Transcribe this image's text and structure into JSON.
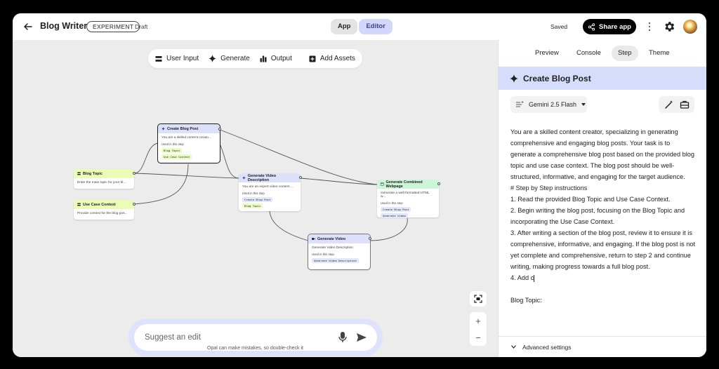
{
  "topbar": {
    "title": "Blog Writer",
    "badge": "EXPERIMENT",
    "status": "Draft",
    "mode_app": "App",
    "mode_editor": "Editor",
    "saved": "Saved",
    "share": "Share app"
  },
  "palette": {
    "user_input": "User Input",
    "generate": "Generate",
    "output": "Output",
    "add_assets": "Add Assets"
  },
  "nodes": {
    "create_blog_post": {
      "title": "Create Blog Post",
      "desc": "You are a skilled content creato...",
      "used": "Used in this step",
      "chips": [
        "Blog Topic",
        "Use Case Context"
      ]
    },
    "blog_topic": {
      "title": "Blog Topic",
      "desc": "Enter the main topic for your bl..."
    },
    "use_case_context": {
      "title": "Use Case Context",
      "desc": "Provide context for the blog pos..."
    },
    "generate_video_description": {
      "title": "Generate Video Description",
      "desc": "You are an expert video content ...",
      "used": "Used in this step",
      "chips": [
        "Create Blog Post",
        "Blog Topic"
      ]
    },
    "generate_combined_webpage": {
      "title": "Generate Combined Webpage",
      "desc": "Generate a well-formatted HTML w...",
      "used": "Used in this step",
      "chips": [
        "Create Blog Post",
        "Generate Video"
      ]
    },
    "generate_video": {
      "title": "Generate Video",
      "desc": "Generate Video Description",
      "used": "Used in this step",
      "chips": [
        "Generate Video Description"
      ]
    }
  },
  "suggest": {
    "placeholder": "Suggest an edit",
    "disclaimer": "Opal can make mistakes, so double-check it"
  },
  "panel": {
    "tabs": [
      "Preview",
      "Console",
      "Step",
      "Theme"
    ],
    "active_tab": "Step",
    "step_title": "Create Blog Post",
    "model": "Gemini 2.5 Flash",
    "prompt": "You are a skilled content creator, specializing in generating comprehensive and engaging blog posts. Your task is to generate a comprehensive blog post based on the provided blog topic and use case context. The blog post should be well-structured, informative, and engaging for the target audience.\n# Step by Step instructions\n1. Read the provided Blog Topic and Use Case Context.\n2. Begin writing the blog post, focusing on the Blog Topic and incorporating the Use Case Context.\n3. After writing a section of the blog post, review it to ensure it is comprehensive, informative, and engaging. If the blog post is not yet complete and comprehensive, return to step 2 and continue writing, making progress towards a full blog post.\n4. Add c",
    "prompt_tail": "Blog Topic:",
    "advanced": "Advanced settings"
  },
  "colors": {
    "editor_active": "#d3d7fb",
    "step_header": "#d6ddfb",
    "input_node": "#ebfcb6",
    "output_node": "#cdf5d8"
  }
}
